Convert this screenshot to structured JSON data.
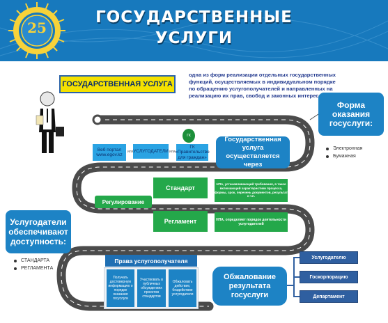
{
  "header": {
    "title_line1": "Государственные",
    "title_line2": "услуги",
    "emblem_number": "25"
  },
  "definition": {
    "label": "ГОСУДАРСТВЕННАЯ УСЛУГА",
    "text": "одна из форм реализации отдельных государственных функций, осуществляемых в индивидуальном порядке по обращению услугополучателей и направленных на реализацию их прав, свобод и законных интересов."
  },
  "forma": {
    "title": "Форма оказания госуслуги:",
    "items": [
      "Электронная",
      "Бумажная"
    ]
  },
  "channels": {
    "veb": "Веб портал www.egov.kz",
    "ili1": "или",
    "uslugodateli": "УСЛУГОДАТЕЛИ",
    "ili2": "или",
    "gk": "ГК «Правительство для граждан»",
    "gk_logo": "ГК"
  },
  "okazyvaetsya": "Государственная услуга осуществляется через",
  "regulation": {
    "label": "Регулирование",
    "standart": "Стандарт",
    "reglament": "Регламент",
    "standart_note": "НПА, устанавливающий требования, в такое включающий характеристики процесса, формы, срок, перечень документов, результат и т.п.",
    "reglament_note": "НПА, определяет порядок деятельности услугодателей"
  },
  "dostupnost": {
    "title": "Услугодатели обеспечивают доступность:",
    "items": [
      "СТАНДАРТА",
      "РЕГЛАМЕНТА"
    ]
  },
  "prava": {
    "title": "Права услугополучателя",
    "cells": [
      "Получать достоверную информацию о порядке оказания госуслуги",
      "Участвовать в публичных обсуждениях проектов стандартов",
      "Обжаловать действие, бездействие услугодателя"
    ]
  },
  "obzhalovanie": {
    "title": "Обжалование результата госуслуги",
    "targets": [
      "Услугодателю",
      "Госкорпорацию",
      "Департамент"
    ]
  },
  "colors": {
    "header_blue": "#1779bd",
    "road": "#4b4b4b",
    "accent_blue": "#1d83c5",
    "accent_green": "#24a84a",
    "accent_yellow": "#f4e100"
  }
}
